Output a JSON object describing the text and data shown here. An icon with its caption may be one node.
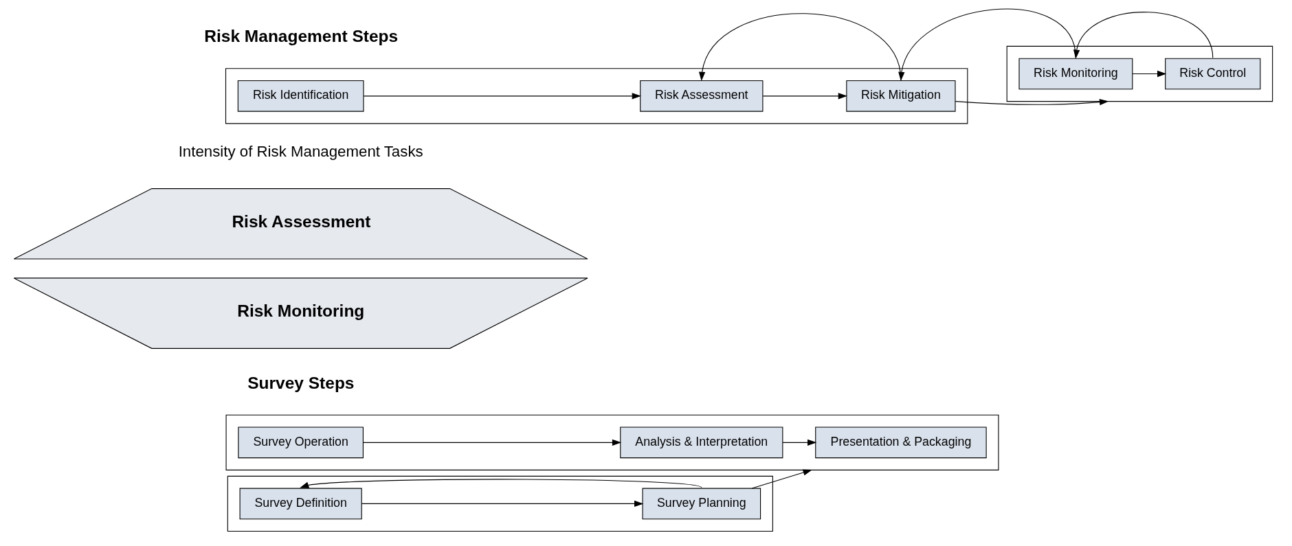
{
  "diagram": {
    "nodes": [
      {
        "text": [],
        "shape": "box"
      },
      {
        "text": [
          "Risk Identification"
        ],
        "in": 0
      },
      {
        "text": [
          "Risk Assessment"
        ],
        "in": 0
      },
      {
        "text": [
          "Risk Mitigation"
        ],
        "in": 0
      },
      {
        "text": [],
        "shape": "box"
      },
      {
        "text": [
          "Risk Monitoring"
        ],
        "in": 4
      },
      {
        "text": [
          "Risk Control"
        ],
        "in": 4
      },
      {
        "text": [
          "Risk Assessment"
        ]
      },
      {
        "text": [
          "Risk Monitoring"
        ]
      },
      {
        "text": [],
        "shape": "box"
      },
      {
        "text": [
          "Survey Definition"
        ],
        "in": 9
      },
      {
        "text": [
          "Survey Planning"
        ],
        "in": 9
      },
      {
        "text": [],
        "shape": "box"
      },
      {
        "text": [
          "Survey Operation"
        ],
        "in": 12
      },
      {
        "text": [
          "Analysis & Interpretation"
        ],
        "in": 12
      },
      {
        "text": [
          "Presentation & Packaging"
        ],
        "in": 12
      }
    ],
    "edges": [
      {
        "from": 1,
        "to": 2,
        "arrow": "to"
      },
      {
        "from": 2,
        "to": 3,
        "arrow": "to"
      },
      {
        "from": 3,
        "to": 4,
        "arrow": "to"
      },
      {
        "from": 5,
        "to": 6,
        "arrow": "to"
      },
      {
        "from": 3,
        "to": 2,
        "arrow": "to"
      },
      {
        "from": 5,
        "to": 3,
        "arrow": "to"
      },
      {
        "from": 6,
        "to": 5,
        "arrow": "to"
      },
      {
        "from": 10,
        "to": 11,
        "arrow": "to"
      },
      {
        "from": 11,
        "to": 12,
        "arrow": "to"
      },
      {
        "from": 13,
        "to": 14,
        "arrow": "to"
      },
      {
        "from": 14,
        "to": 15,
        "arrow": "to"
      },
      {
        "from": 11,
        "to": 10,
        "arrow": "to"
      }
    ],
    "labels": [
      "Risk Management Steps",
      "Intensity of Risk Management Tasks",
      "Survey Steps"
    ]
  }
}
